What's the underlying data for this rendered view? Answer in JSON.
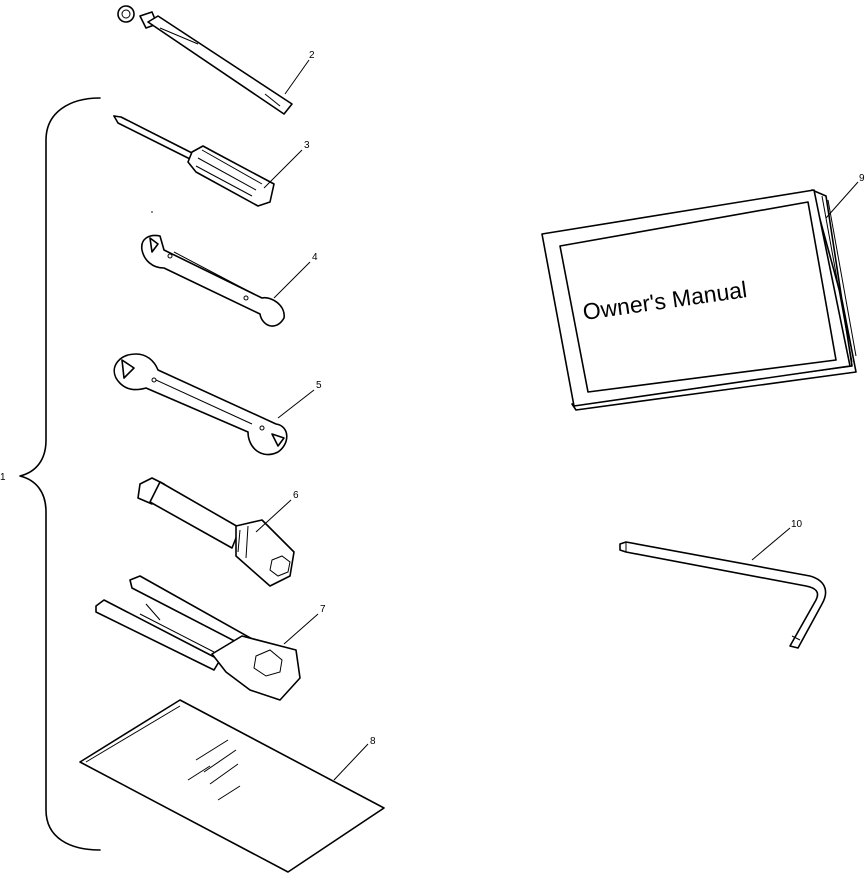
{
  "callouts": {
    "c1": "1",
    "c2": "2",
    "c3": "3",
    "c4": "4",
    "c5": "5",
    "c6": "6",
    "c7": "7",
    "c8": "8",
    "c9": "9",
    "c10": "10"
  },
  "manual": {
    "cover_text": "Owner's Manual"
  }
}
